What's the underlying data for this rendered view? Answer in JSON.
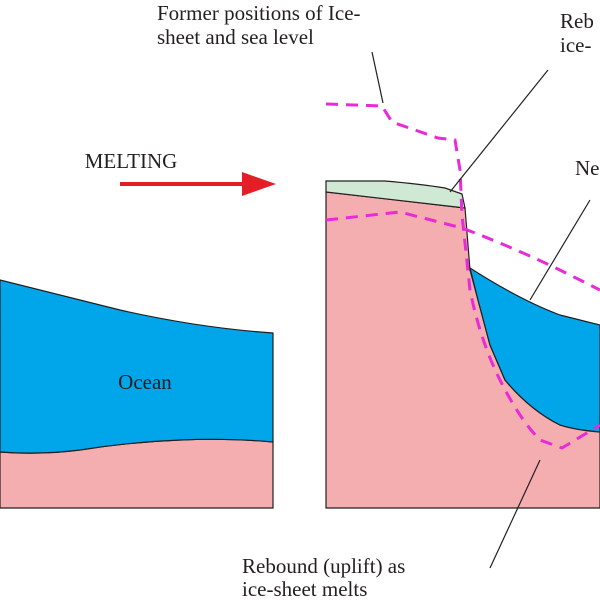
{
  "labels": {
    "former_positions_line1": "Former positions of Ice-",
    "former_positions_line2": "sheet and sea level",
    "rebound_top_line1": "Reb",
    "rebound_top_line2": "ice-",
    "melting": "MELTING",
    "new_partial": "Ne",
    "ocean": "Ocean",
    "rebound_bottom_line1": "Rebound (uplift) as",
    "rebound_bottom_line2": "ice-sheet melts"
  },
  "colors": {
    "ocean": "#00a6e9",
    "land": "#f5aeb0",
    "ice": "#cfe9d4",
    "former_outline": "#e92ad8",
    "arrow": "#e41e26",
    "outline": "#231f20"
  },
  "icons": {
    "melting_arrow": "arrow-right-icon"
  }
}
